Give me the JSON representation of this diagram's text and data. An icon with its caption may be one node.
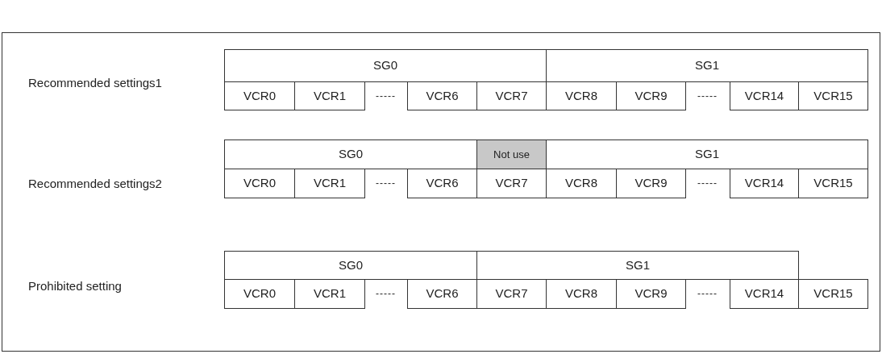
{
  "diagram": {
    "nodes": [
      {
        "text": [
          "SG0"
        ]
      },
      {
        "text": [
          "SG1"
        ]
      },
      {
        "text": [
          "VCR0"
        ]
      },
      {
        "text": [
          "VCR1"
        ]
      },
      {
        "text": [
          "VCR6"
        ]
      },
      {
        "text": [
          "VCR7"
        ]
      },
      {
        "text": [
          "VCR8"
        ]
      },
      {
        "text": [
          "VCR9"
        ]
      },
      {
        "text": [
          "VCR14"
        ]
      },
      {
        "text": [
          "VCR15"
        ]
      },
      {
        "text": [
          "SG0"
        ]
      },
      {
        "text": [
          "Not use"
        ]
      },
      {
        "text": [
          "SG1"
        ]
      },
      {
        "text": [
          "VCR0"
        ]
      },
      {
        "text": [
          "VCR1"
        ]
      },
      {
        "text": [
          "VCR6"
        ]
      },
      {
        "text": [
          "VCR7"
        ]
      },
      {
        "text": [
          "VCR8"
        ]
      },
      {
        "text": [
          "VCR9"
        ]
      },
      {
        "text": [
          "VCR14"
        ]
      },
      {
        "text": [
          "VCR15"
        ]
      },
      {
        "text": [
          "SG0"
        ]
      },
      {
        "text": [
          "SG1"
        ]
      },
      {
        "text": [
          "VCR0"
        ]
      },
      {
        "text": [
          "VCR1"
        ]
      },
      {
        "text": [
          "VCR6"
        ]
      },
      {
        "text": [
          "VCR7"
        ]
      },
      {
        "text": [
          "VCR8"
        ]
      },
      {
        "text": [
          "VCR9"
        ]
      },
      {
        "text": [
          "VCR14"
        ]
      },
      {
        "text": [
          "VCR15"
        ]
      }
    ],
    "labels": [
      "Recommended settings1",
      "-----",
      "-----",
      "Recommended settings2",
      "-----",
      "-----",
      "Prohibited setting",
      "-----",
      "-----"
    ]
  }
}
